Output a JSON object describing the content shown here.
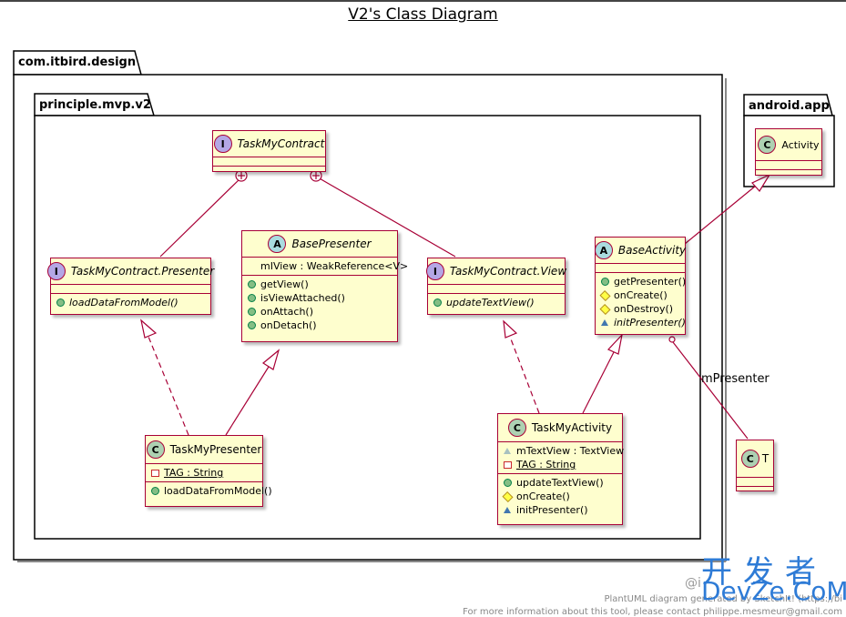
{
  "title": "V2's Class Diagram",
  "packages": {
    "outer": "com.itbird.design",
    "inner": "principle.mvp.v2",
    "android": "android.app"
  },
  "classes": {
    "task_my_contract": {
      "name": "TaskMyContract",
      "badge": "I"
    },
    "presenter_iface": {
      "name": "TaskMyContract.Presenter",
      "badge": "I",
      "methods": [
        "loadDataFromModel()"
      ]
    },
    "base_presenter": {
      "name": "BasePresenter",
      "badge": "A",
      "fields": [
        "mIView : WeakReference<V>"
      ],
      "methods": [
        "getView()",
        "isViewAttached()",
        "onAttach()",
        "onDetach()"
      ]
    },
    "view_iface": {
      "name": "TaskMyContract.View",
      "badge": "I",
      "methods": [
        "updateTextView()"
      ]
    },
    "base_activity": {
      "name": "BaseActivity",
      "badge": "A",
      "methods": [
        "getPresenter()",
        "onCreate()",
        "onDestroy()",
        "initPresenter()"
      ]
    },
    "activity": {
      "name": "Activity",
      "badge": "C"
    },
    "task_my_presenter": {
      "name": "TaskMyPresenter",
      "badge": "C",
      "fields": [
        "TAG : String"
      ],
      "methods": [
        "loadDataFromModel()"
      ]
    },
    "task_my_activity": {
      "name": "TaskMyActivity",
      "badge": "C",
      "fields": [
        "mTextView : TextView",
        "TAG : String"
      ],
      "methods": [
        "updateTextView()",
        "onCreate()",
        "initPresenter()"
      ]
    },
    "t": {
      "name": "T",
      "badge": "C"
    }
  },
  "relation_label": "mPresenter",
  "footer": {
    "line1": "PlantUML diagram generated by SketchIt! (https://bi",
    "line2": "For more information about this tool, please contact philippe.mesmeur@gmail.com"
  },
  "watermark": {
    "cn": "开发者",
    "en": "DevZe.CoM",
    "at": "@i"
  },
  "colors": {
    "class_fill": "#FEFECE",
    "border": "#A80036",
    "interface_badge": "#B4A7E5",
    "class_badge": "#ADD1B2",
    "abstract_badge": "#A9DCDF"
  }
}
